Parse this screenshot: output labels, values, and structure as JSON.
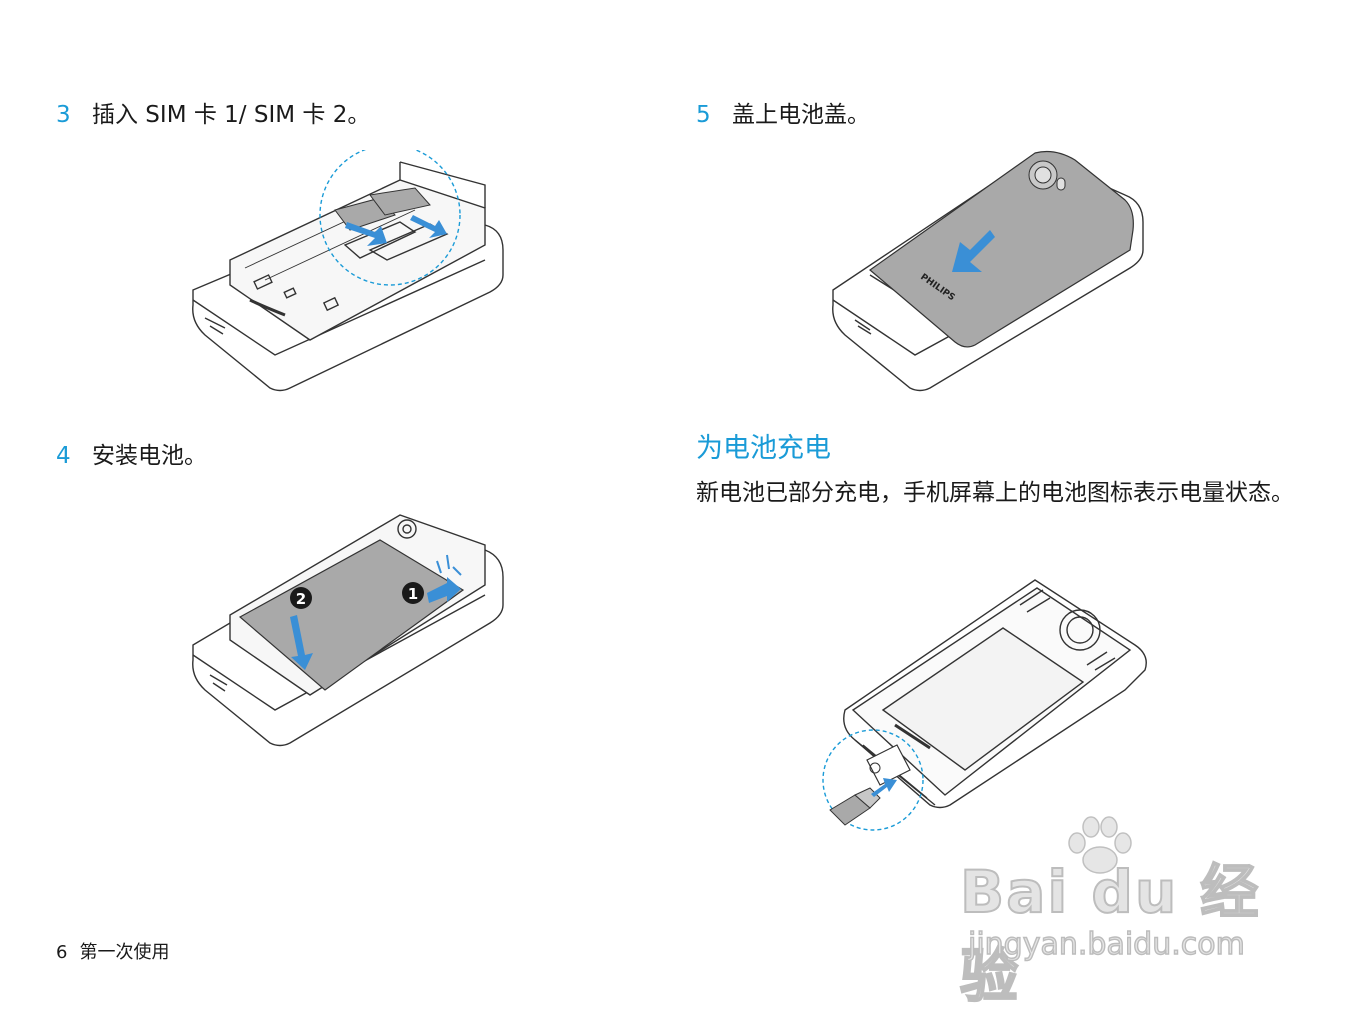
{
  "steps": [
    {
      "num": "3",
      "text": "插入 SIM 卡 1/ SIM 卡 2。"
    },
    {
      "num": "4",
      "text": "安装电池。"
    },
    {
      "num": "5",
      "text": "盖上电池盖。"
    }
  ],
  "charge_section": {
    "heading": "为电池充电",
    "body": "新电池已部分充电，手机屏幕上的电池图标表示电量状态。"
  },
  "figures": {
    "battery_cover_brand": "PHILIPS",
    "battery_badges": [
      "1",
      "2"
    ]
  },
  "footer": {
    "page_number": "6",
    "section": "第一次使用"
  },
  "watermark": {
    "logo": "Bai du 经验",
    "url": "jingyan.baidu.com"
  },
  "colors": {
    "accent": "#1a9bd7",
    "arrow": "#3a8fd6",
    "line": "#333333",
    "cover": "#a9a9a9"
  }
}
